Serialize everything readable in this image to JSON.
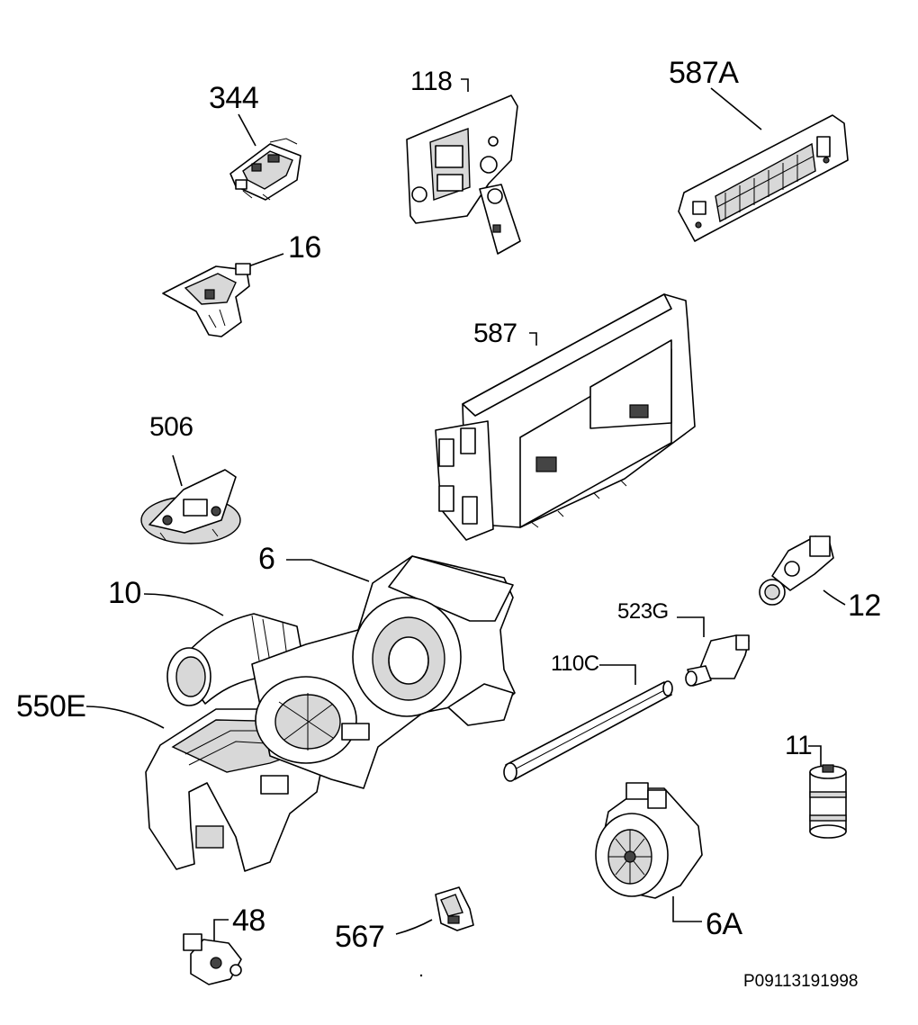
{
  "diagram": {
    "parts": [
      {
        "id": "p344",
        "label": "344",
        "icon": "switch-icon"
      },
      {
        "id": "p118",
        "label": "118",
        "icon": "control-panel-bracket-icon"
      },
      {
        "id": "p587A",
        "label": "587A",
        "icon": "led-board-icon"
      },
      {
        "id": "p16",
        "label": "16",
        "icon": "door-lock-icon"
      },
      {
        "id": "p587",
        "label": "587",
        "icon": "control-module-icon"
      },
      {
        "id": "p506",
        "label": "506",
        "icon": "microswitch-icon"
      },
      {
        "id": "p6",
        "label": "6",
        "icon": "circulation-pump-icon"
      },
      {
        "id": "p10",
        "label": "10",
        "icon": "hose-icon"
      },
      {
        "id": "p550E",
        "label": "550E",
        "icon": "sump-housing-icon"
      },
      {
        "id": "p523G",
        "label": "523G",
        "icon": "connector-icon"
      },
      {
        "id": "p12",
        "label": "12",
        "icon": "valve-icon"
      },
      {
        "id": "p110C",
        "label": "110C",
        "icon": "tube-icon"
      },
      {
        "id": "p11",
        "label": "11",
        "icon": "filter-cylinder-icon"
      },
      {
        "id": "p6A",
        "label": "6A",
        "icon": "drain-pump-icon"
      },
      {
        "id": "p48",
        "label": "48",
        "icon": "sensor-icon"
      },
      {
        "id": "p567",
        "label": "567",
        "icon": "clip-icon"
      }
    ],
    "code": "P09113191998"
  }
}
